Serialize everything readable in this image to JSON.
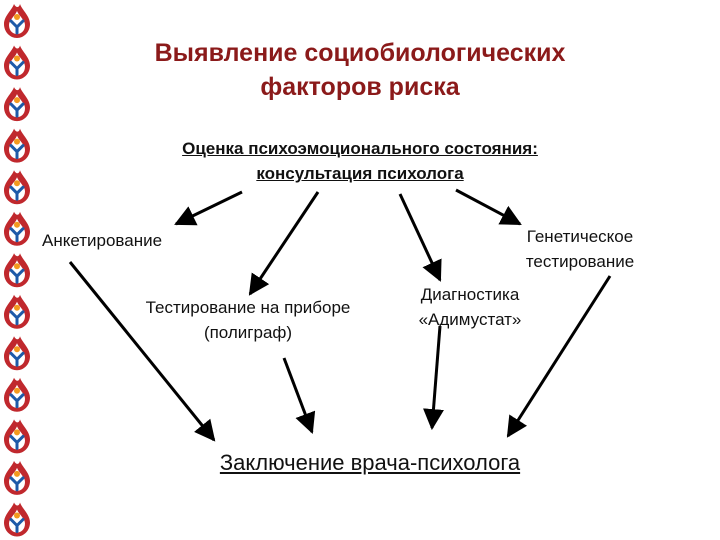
{
  "title": {
    "line1": "Выявление социобиологических",
    "line2": "факторов риска"
  },
  "assessment": {
    "line1": "Оценка психоэмоционального состояния:",
    "line2": "консультация психолога"
  },
  "survey": {
    "label": "Анкетирование"
  },
  "genetic": {
    "line1": "Генетическое",
    "line2": "тестирование"
  },
  "polygraph": {
    "line1": "Тестирование на приборе",
    "line2": "(полиграф)"
  },
  "adimustat": {
    "line1": "Диагностика",
    "line2": "«Адимустат»"
  },
  "conclusion": {
    "label": "Заключение врача-психолога"
  },
  "colors": {
    "title": "#8b1a1a",
    "logo_outer": "#c0282d",
    "logo_inner": "#f39a1e",
    "logo_figure": "#1e5aa8",
    "arrow": "#000000"
  },
  "logo": {
    "icon": "drop-person-logo-icon",
    "count": 13
  }
}
